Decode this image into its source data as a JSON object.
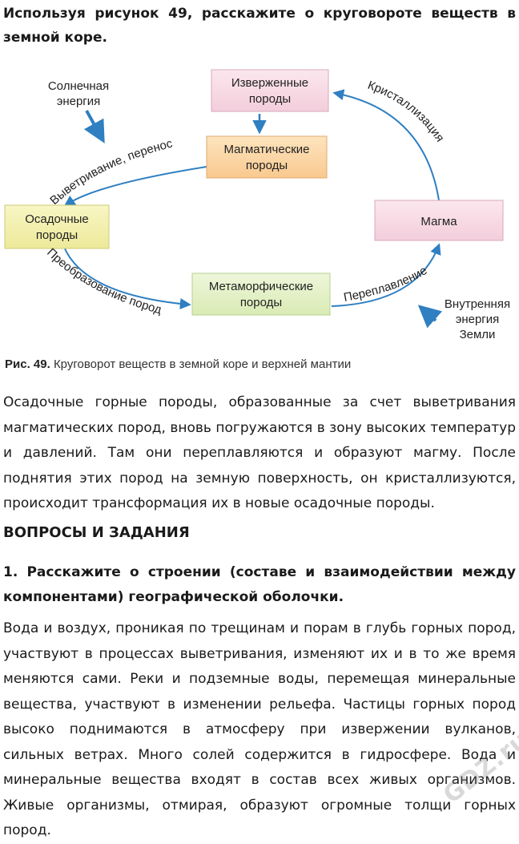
{
  "question": "Используя рисунок 49, расскажите о круговороте веществ в земной коре.",
  "figure": {
    "boxes": {
      "igneous": [
        "Изверженные",
        "породы"
      ],
      "magmatic": [
        "Магматические",
        "породы"
      ],
      "sedimentary": [
        "Осадочные",
        "породы"
      ],
      "magma": [
        "Магма"
      ],
      "metamorphic": [
        "Метаморфические",
        "породы"
      ]
    },
    "labels": {
      "solar": [
        "Солнечная",
        "энергия"
      ],
      "internal": [
        "Внутренняя",
        "энергия",
        "Земли"
      ],
      "weathering": "Выветривание, перенос",
      "transformation": "Преобразование пород",
      "remelting": "Переплавление",
      "crystallization": "Кристаллизация"
    },
    "colors": {
      "pink": "#f7d9e2",
      "orange": "#fbd7a8",
      "yellow": "#f3f1a6",
      "green": "#e3f0c4",
      "arrow": "#2f7fc1"
    }
  },
  "caption_num": "Рис. 49.",
  "caption_text": "Круговорот веществ в земной коре и верхней мантии",
  "paragraph1": "Осадочные горные породы, образованные за счет выветривания магматических пород, вновь погружаются в зону высоких температур и давлений. Там они переплавляются и образуют магму. После поднятия этих пород на земную поверхность, он кристаллизуются, происходит трансформация их в новые осадочные породы.",
  "section_title": "ВОПРОСЫ И ЗАДАНИЯ",
  "question1": "1. Расскажите о строении (составе и взаимодействии между компонентами) географической оболочки.",
  "paragraph2": "Вода и воздух, проникая по трещинам и порам в глубь горных пород, участвуют в процессах выветривания, изменяют их и в то же время меняются сами. Реки и подземные воды, перемещая минеральные вещества, участвуют в изменении рельефа. Частицы горных пород высоко поднимаются в атмосферу при извержении вулканов, сильных ветрах. Много солей содержится в гидросфере. Вода и минеральные вещества входят в состав всех живых организмов. Живые организмы, отмирая, образуют огромные толщи горных пород.",
  "watermark": "GDZ.ru"
}
